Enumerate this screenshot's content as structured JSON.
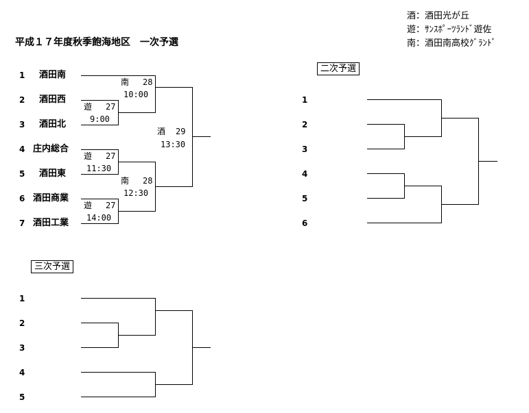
{
  "title": "平成１７年度秋季飽海地区　一次予選",
  "legend": [
    "酒：酒田光が丘",
    "遊：ｻﾝｽﾎﾟｰﾂﾗﾝﾄﾞ遊佐",
    "南：酒田南高校ｸﾞﾗﾝﾄﾞ"
  ],
  "first": {
    "teams": [
      {
        "num": "1",
        "name": "酒田南"
      },
      {
        "num": "2",
        "name": "酒田西"
      },
      {
        "num": "3",
        "name": "酒田北"
      },
      {
        "num": "4",
        "name": "庄内総合"
      },
      {
        "num": "5",
        "name": "酒田東"
      },
      {
        "num": "6",
        "name": "酒田商業"
      },
      {
        "num": "7",
        "name": "酒田工業"
      }
    ],
    "matches": [
      {
        "venue": "遊",
        "date": "27",
        "time": "9:00"
      },
      {
        "venue": "遊",
        "date": "27",
        "time": "11:30"
      },
      {
        "venue": "遊",
        "date": "27",
        "time": "14:00"
      },
      {
        "venue": "南",
        "date": "28",
        "time": "10:00"
      },
      {
        "venue": "南",
        "date": "28",
        "time": "12:30"
      },
      {
        "venue": "酒",
        "date": "29",
        "time": "13:30"
      }
    ]
  },
  "second": {
    "label": "二次予選",
    "nums": [
      "1",
      "2",
      "3",
      "4",
      "5",
      "6"
    ]
  },
  "third": {
    "label": "三次予選",
    "nums": [
      "1",
      "2",
      "3",
      "4",
      "5"
    ]
  }
}
